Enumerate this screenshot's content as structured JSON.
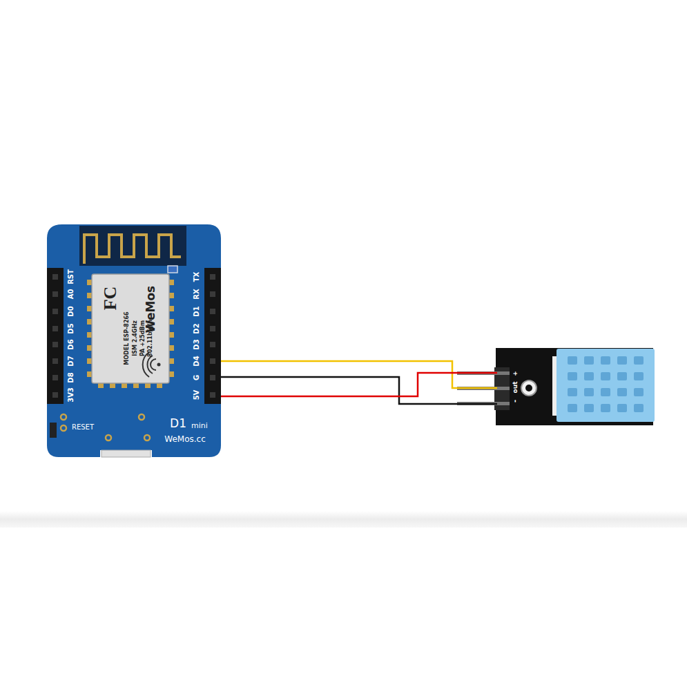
{
  "diagram": {
    "labels": [
      "RST",
      "A0",
      "D0",
      "D5",
      "D6",
      "D7",
      "D8",
      "3V3",
      "TX",
      "RX",
      "D1",
      "D2",
      "D3",
      "D4",
      "G",
      "5V",
      "FC",
      "WeMos",
      "MODEL ESP-8266",
      "ISM 2.4GHz",
      "PA +25dBm",
      "802.11b/g/n",
      "RESET",
      "D1",
      "mini",
      "WeMos.cc",
      "+",
      "out",
      "-"
    ]
  }
}
